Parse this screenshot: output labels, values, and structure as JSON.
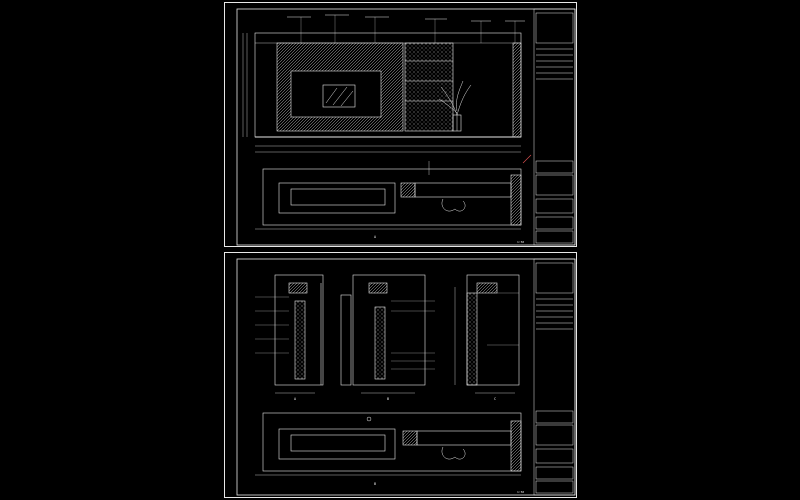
{
  "viewer": {
    "background": "#000000",
    "line_color": "#e8e8e8",
    "accent_red": "#e05050"
  },
  "sheets": [
    {
      "id": "sheet-1",
      "scale_note": "1:50",
      "section_mark": "A"
    },
    {
      "id": "sheet-2",
      "scale_note": "1:50",
      "section_mark": "B",
      "detail_marks": [
        "A",
        "B",
        "C"
      ]
    }
  ]
}
